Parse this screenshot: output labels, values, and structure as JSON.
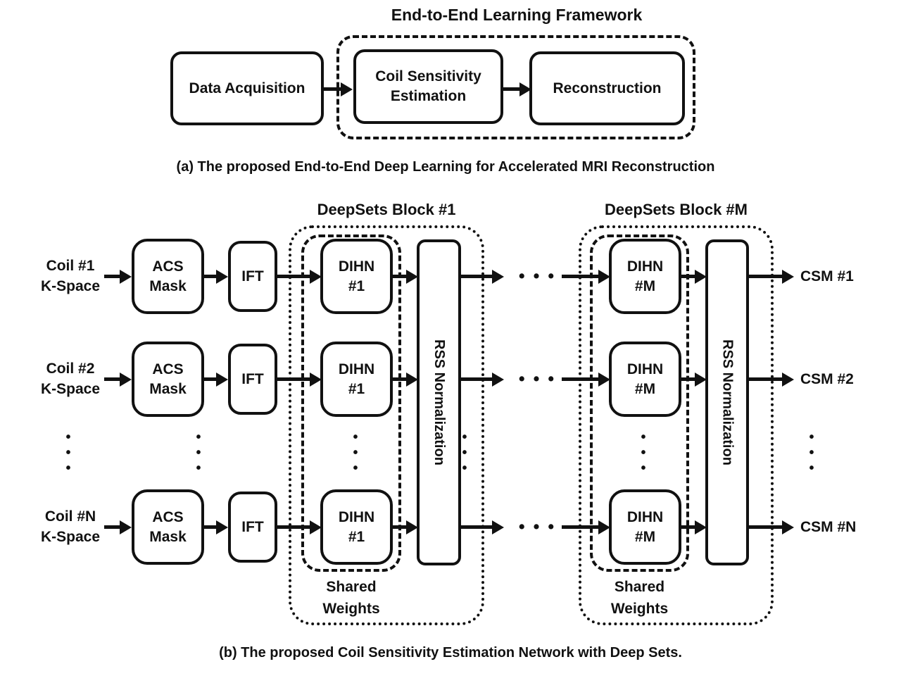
{
  "colors": {
    "ink": "#111111",
    "background": "#ffffff"
  },
  "panel_a": {
    "title": "End-to-End Learning Framework",
    "boxes": {
      "data_acquisition": "Data Acquisition",
      "coil_sensitivity": "Coil Sensitivity\nEstimation",
      "reconstruction": "Reconstruction"
    },
    "caption": "(a) The proposed End-to-End Deep Learning for Accelerated MRI Reconstruction"
  },
  "panel_b": {
    "block1_label": "DeepSets Block #1",
    "blockM_label": "DeepSets Block #M",
    "shared_weights": "Shared\nWeights",
    "rss": "RSS Normalization",
    "acs": "ACS\nMask",
    "ift": "IFT",
    "dihn1": "DIHN\n#1",
    "dihnM": "DIHN\n#M",
    "rows": [
      {
        "input": "Coil #1\nK-Space",
        "output": "CSM #1"
      },
      {
        "input": "Coil #2\nK-Space",
        "output": "CSM #2"
      },
      {
        "input": "Coil #N\nK-Space",
        "output": "CSM #N"
      }
    ],
    "dots_h": "• • •",
    "dots_v": "•\n•\n•",
    "caption": "(b) The proposed Coil Sensitivity Estimation Network with Deep Sets."
  }
}
